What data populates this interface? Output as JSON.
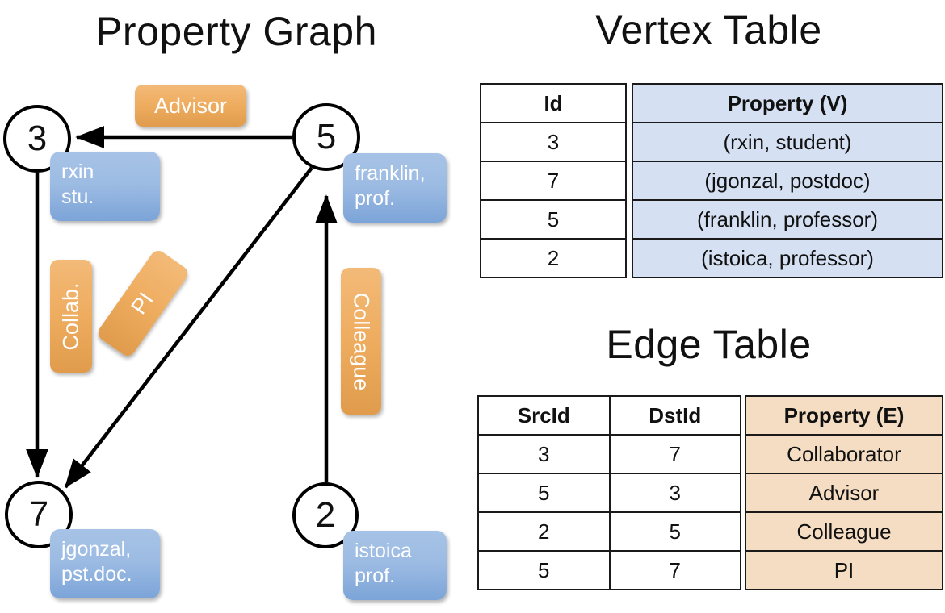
{
  "titles": {
    "property_graph": "Property Graph",
    "vertex_table": "Vertex Table",
    "edge_table": "Edge Table"
  },
  "graph": {
    "nodes": [
      {
        "id": "3",
        "label": "3",
        "property_lines": [
          "rxin",
          "stu."
        ]
      },
      {
        "id": "5",
        "label": "5",
        "property_lines": [
          "franklin,",
          "prof."
        ]
      },
      {
        "id": "7",
        "label": "7",
        "property_lines": [
          "jgonzal,",
          "pst.doc."
        ]
      },
      {
        "id": "2",
        "label": "2",
        "property_lines": [
          "istoica",
          "prof."
        ]
      }
    ],
    "edge_labels": [
      {
        "name": "advisor",
        "text": "Advisor"
      },
      {
        "name": "collab",
        "text": "Collab."
      },
      {
        "name": "pi",
        "text": "PI"
      },
      {
        "name": "colleague",
        "text": "Colleague"
      }
    ]
  },
  "vertex_table": {
    "headers": [
      "Id",
      "Property (V)"
    ],
    "rows": [
      {
        "id": "3",
        "property": "(rxin, student)"
      },
      {
        "id": "7",
        "property": "(jgonzal, postdoc)"
      },
      {
        "id": "5",
        "property": "(franklin, professor)"
      },
      {
        "id": "2",
        "property": "(istoica, professor)"
      }
    ]
  },
  "edge_table": {
    "headers": [
      "SrcId",
      "DstId",
      "Property (E)"
    ],
    "rows": [
      {
        "src": "3",
        "dst": "7",
        "property": "Collaborator"
      },
      {
        "src": "5",
        "dst": "3",
        "property": "Advisor"
      },
      {
        "src": "2",
        "dst": "5",
        "property": "Colleague"
      },
      {
        "src": "5",
        "dst": "7",
        "property": "PI"
      }
    ]
  },
  "colors": {
    "vertex_property_fill": "#d5e0f2",
    "edge_property_fill": "#f4ddc3",
    "node_property_box": "#9dbce3",
    "edge_label_box": "#eeac5f",
    "stroke": "#000000"
  }
}
